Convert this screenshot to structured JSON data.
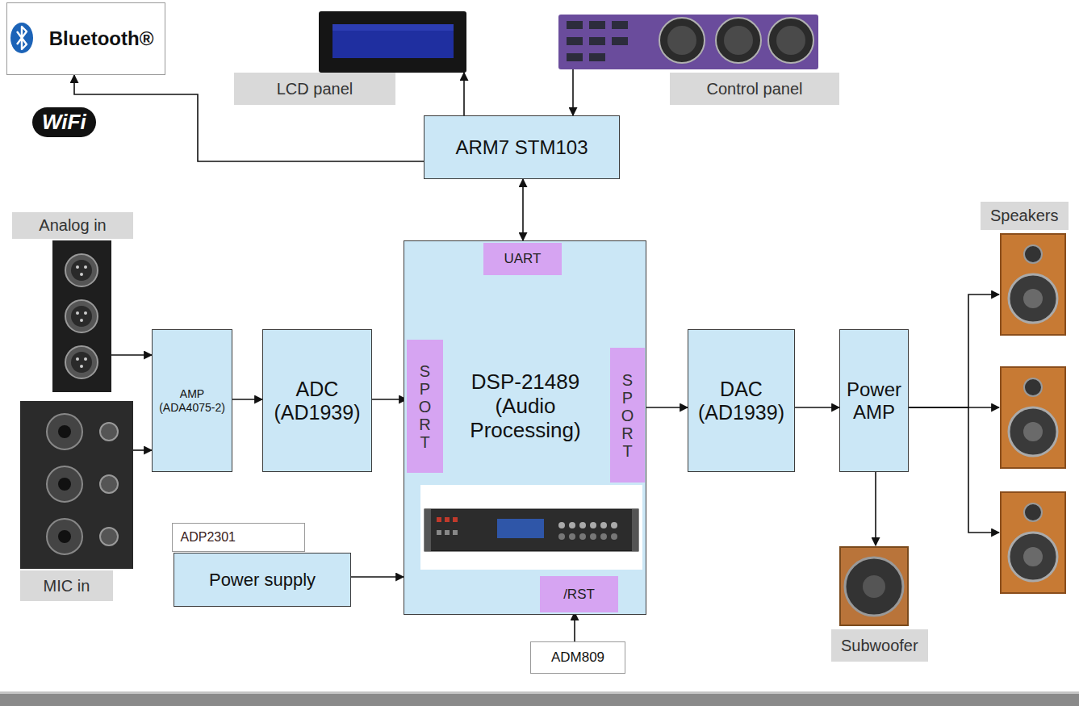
{
  "diagram": {
    "nodes": [
      {
        "text": [
          "Bluetooth®"
        ]
      },
      {
        "text": [
          "LCD panel"
        ]
      },
      {
        "text": [
          "Control panel"
        ]
      },
      {
        "text": [
          "ARM7 STM103"
        ]
      },
      {
        "text": [
          "Analog in"
        ]
      },
      {
        "text": [
          "MIC in"
        ]
      },
      {
        "text": [
          "AMP (ADA4075-2)"
        ]
      },
      {
        "text": [
          "ADC (AD1939)"
        ]
      },
      {
        "text": [
          "DSP-21489 (Audio Processing)"
        ]
      },
      {
        "text": [
          "UART"
        ],
        "in": 8
      },
      {
        "text": [
          "SPORT"
        ],
        "in": 8
      },
      {
        "text": [
          "SPORT"
        ],
        "in": 8
      },
      {
        "text": [
          "/RST"
        ],
        "in": 8
      },
      {
        "text": [
          "ADP2301",
          "Power supply"
        ]
      },
      {
        "text": [
          "ADM809"
        ]
      },
      {
        "text": [
          "DAC (AD1939)"
        ]
      },
      {
        "text": [
          "Power AMP"
        ]
      },
      {
        "text": [
          "Speakers"
        ]
      },
      {
        "text": [
          "Subwoofer"
        ]
      }
    ],
    "edges": [
      {
        "from": 3,
        "to": 0,
        "arrow": "to"
      },
      {
        "from": 3,
        "to": 1,
        "arrow": "to"
      },
      {
        "from": 2,
        "to": 3,
        "arrow": "to"
      },
      {
        "from": 3,
        "to": 8,
        "arrow": "both"
      },
      {
        "from": 4,
        "to": 6,
        "arrow": "to"
      },
      {
        "from": 5,
        "to": 6,
        "arrow": "to"
      },
      {
        "from": 6,
        "to": 7,
        "arrow": "to"
      },
      {
        "from": 7,
        "to": 10,
        "arrow": "to"
      },
      {
        "from": 11,
        "to": 15,
        "arrow": "to"
      },
      {
        "from": 15,
        "to": 16,
        "arrow": "to"
      },
      {
        "from": 16,
        "to": 17,
        "arrow": "to"
      },
      {
        "from": 16,
        "to": 17,
        "arrow": "to"
      },
      {
        "from": 16,
        "to": 17,
        "arrow": "to"
      },
      {
        "from": 16,
        "to": 18,
        "arrow": "to"
      },
      {
        "from": 13,
        "to": 8,
        "arrow": "to"
      },
      {
        "from": 14,
        "to": 12,
        "arrow": "to"
      }
    ],
    "labels": [
      "WiFi"
    ]
  }
}
